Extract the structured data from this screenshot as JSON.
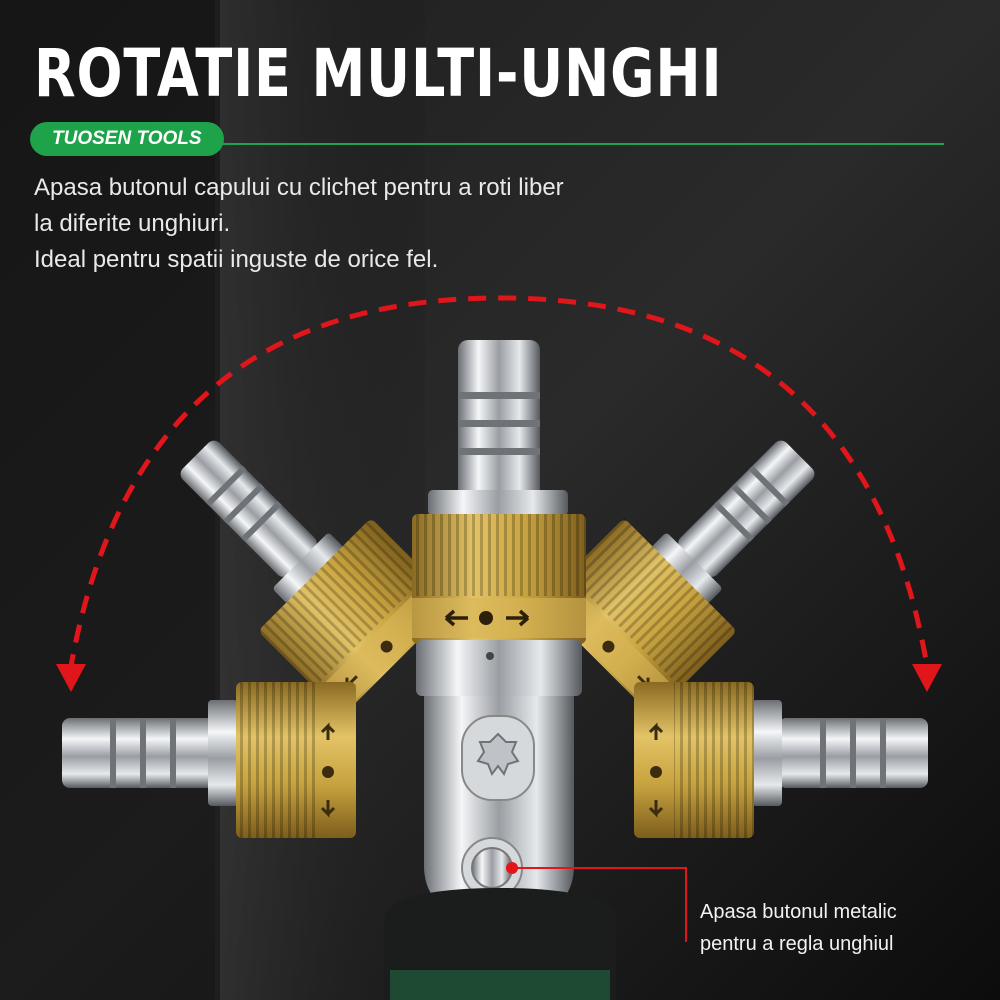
{
  "header": {
    "title": "ROTATIE MULTI-UNGHI",
    "brand": "TUOSEN TOOLS"
  },
  "description": {
    "line1": "Apasa butonul capului cu clichet pentru a roti liber",
    "line2": "la diferite unghiuri.",
    "line3": "Ideal pentru spatii inguste de orice fel."
  },
  "callout": {
    "line1": "Apasa butonul metalic",
    "line2": "pentru a regla unghiul"
  },
  "colors": {
    "brand_green": "#1fa34a",
    "arrow_red": "#e0161b",
    "background": "#141414",
    "collar_gold": "#c8a440",
    "chrome": "#cfd3d8"
  },
  "icons": {
    "rotation_arrow": "red-dashed-arc-arrow-icon",
    "direction_arrows": "direction-arrow-icon",
    "button": "metal-button-icon"
  }
}
